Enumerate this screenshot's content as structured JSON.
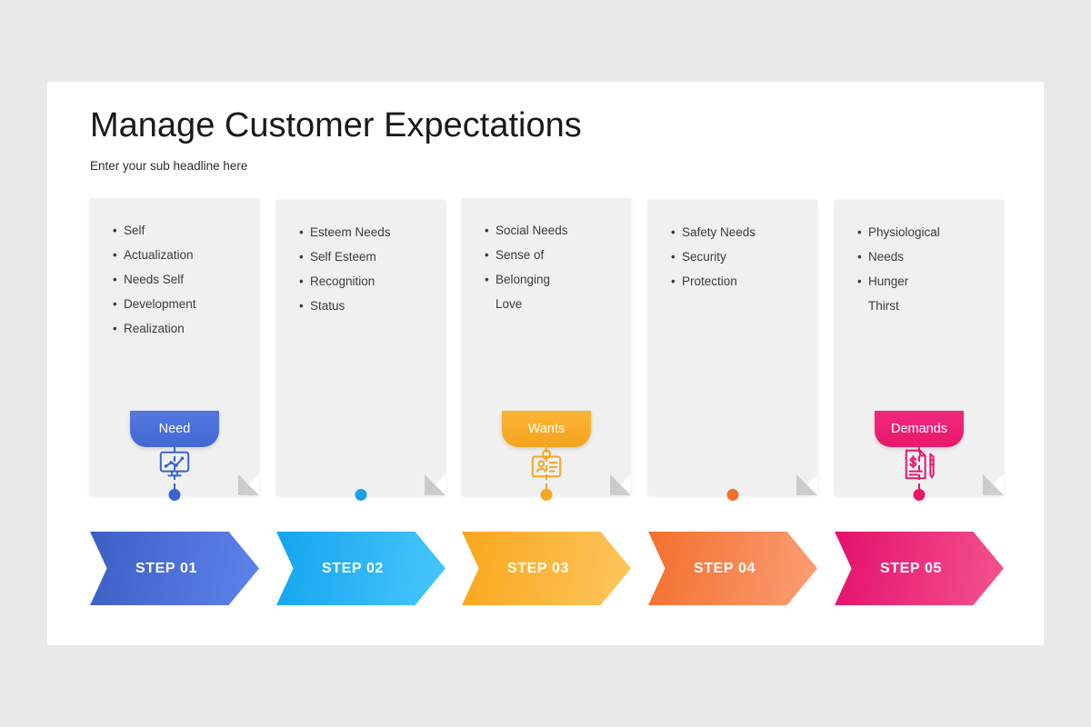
{
  "header": {
    "title": "Manage Customer Expectations",
    "subtitle": "Enter your sub headline here"
  },
  "background_color": "#e9e9e9",
  "slide_color": "#ffffff",
  "card_color": "#f0f0f0",
  "columns": [
    {
      "id": "col-1",
      "bullets": [
        {
          "text": "Self",
          "marker": true
        },
        {
          "text": "Actualization",
          "marker": true
        },
        {
          "text": "Needs Self",
          "marker": true
        },
        {
          "text": "Development",
          "marker": true
        },
        {
          "text": "Realization",
          "marker": true
        }
      ],
      "icon": "monitor-chart-icon",
      "icon_color": "#3a63d1",
      "tab_label": "Need",
      "tab_gradient_from": "#5578e0",
      "tab_gradient_to": "#4168d4",
      "connector_color": "#3a63d1",
      "step_label": "STEP 01",
      "step_gradient_from": "#3c5fc4",
      "step_gradient_to": "#5e83ec"
    },
    {
      "id": "col-2",
      "bullets": [
        {
          "text": "Esteem Needs",
          "marker": true
        },
        {
          "text": "Self Esteem",
          "marker": true
        },
        {
          "text": "Recognition",
          "marker": true
        },
        {
          "text": "Status",
          "marker": true
        }
      ],
      "icon": null,
      "icon_color": "#17a3eb",
      "tab_label": null,
      "tab_gradient_from": "#2ab4f0",
      "tab_gradient_to": "#17a3eb",
      "connector_color": "#17a3eb",
      "step_label": "STEP 02",
      "step_gradient_from": "#14a5ef",
      "step_gradient_to": "#49c6fb"
    },
    {
      "id": "col-3",
      "bullets": [
        {
          "text": "Social Needs",
          "marker": true
        },
        {
          "text": "Sense of",
          "marker": true
        },
        {
          "text": "Belonging",
          "marker": true
        },
        {
          "text": "Love",
          "marker": false
        }
      ],
      "icon": "id-badge-icon",
      "icon_color": "#f5a623",
      "tab_label": "Wants",
      "tab_gradient_from": "#fcb536",
      "tab_gradient_to": "#f5a31d",
      "connector_color": "#f5a623",
      "step_label": "STEP 03",
      "step_gradient_from": "#f9a71c",
      "step_gradient_to": "#fcc65e"
    },
    {
      "id": "col-4",
      "bullets": [
        {
          "text": "Safety Needs",
          "marker": true
        },
        {
          "text": "Security",
          "marker": true
        },
        {
          "text": "Protection",
          "marker": true
        }
      ],
      "icon": null,
      "icon_color": "#f2702a",
      "tab_label": null,
      "tab_gradient_from": "#f88142",
      "tab_gradient_to": "#f2702a",
      "connector_color": "#f2702a",
      "step_label": "STEP 04",
      "step_gradient_from": "#f4702c",
      "step_gradient_to": "#fa9e75"
    },
    {
      "id": "col-5",
      "bullets": [
        {
          "text": "Physiological",
          "marker": true
        },
        {
          "text": "Needs",
          "marker": true
        },
        {
          "text": "Hunger",
          "marker": true
        },
        {
          "text": "Thirst",
          "marker": false
        }
      ],
      "icon": "invoice-pen-icon",
      "icon_color": "#e8176a",
      "tab_label": "Demands",
      "tab_gradient_from": "#f2297f",
      "tab_gradient_to": "#e8176a",
      "connector_color": "#e8176a",
      "step_label": "STEP 05",
      "step_gradient_from": "#e4106c",
      "step_gradient_to": "#f4538f"
    }
  ]
}
